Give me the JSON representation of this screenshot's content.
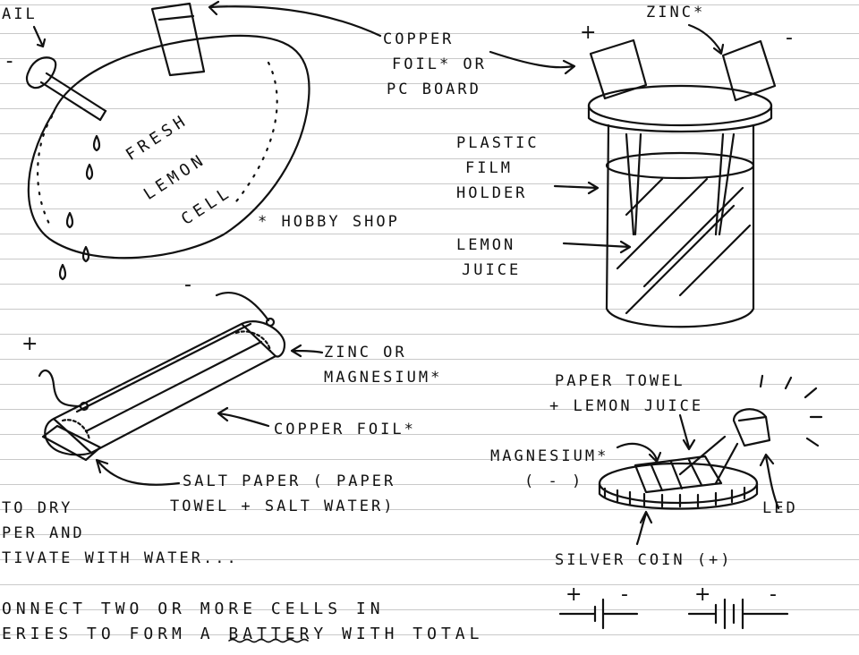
{
  "lemon": {
    "nail_label": "AIL",
    "stamp_lines": [
      "FRESH",
      "LEMON",
      "CELL"
    ],
    "hobby_shop": "* HOBBY SHOP",
    "minus": "-"
  },
  "film_cell": {
    "copper_lines": [
      "COPPER",
      "FOIL* OR",
      "PC BOARD"
    ],
    "zinc": "ZINC*",
    "plus": "+",
    "minus": "-",
    "holder_lines": [
      "PLASTIC",
      "FILM",
      "HOLDER"
    ],
    "juice_lines": [
      "LEMON",
      "JUICE"
    ]
  },
  "roll_cell": {
    "plus": "+",
    "minus": "-",
    "zinc_lines": [
      "ZINC OR",
      "MAGNESIUM*"
    ],
    "copper_foil": "COPPER FOIL*",
    "salt_lines": [
      "SALT PAPER ( PAPER",
      "TOWEL + SALT WATER)"
    ]
  },
  "coin_cell": {
    "towel_lines": [
      "PAPER TOWEL",
      "+ LEMON JUICE"
    ],
    "magnesium_lines": [
      "MAGNESIUM*",
      "( - )"
    ],
    "led": "LED",
    "silver_coin": "SILVER COIN (+)"
  },
  "notes": {
    "left_lines": [
      "TO DRY",
      "PER AND",
      "TIVATE WITH WATER..."
    ],
    "bottom_lines": [
      "ONNECT TWO OR MORE CELLS IN",
      "ERIES TO FORM A BATTERY WITH TOTAL"
    ]
  },
  "symbols": {
    "cell_plus": "+",
    "cell_minus": "-",
    "battery_plus": "+",
    "battery_minus": "-"
  }
}
